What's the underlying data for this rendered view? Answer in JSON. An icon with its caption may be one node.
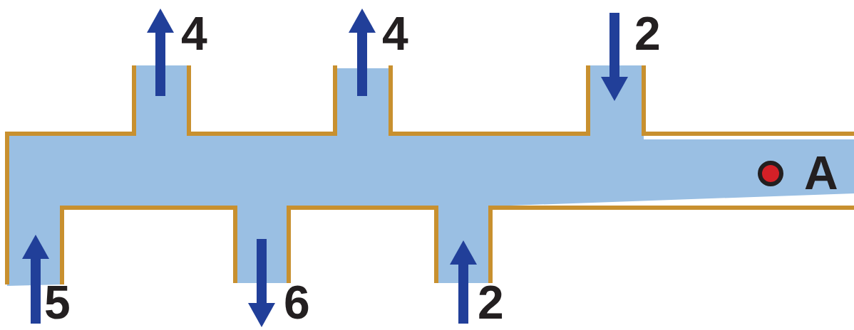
{
  "diagram": {
    "labels": [
      "4",
      "4",
      "2",
      "5",
      "6",
      "2",
      "A"
    ]
  }
}
